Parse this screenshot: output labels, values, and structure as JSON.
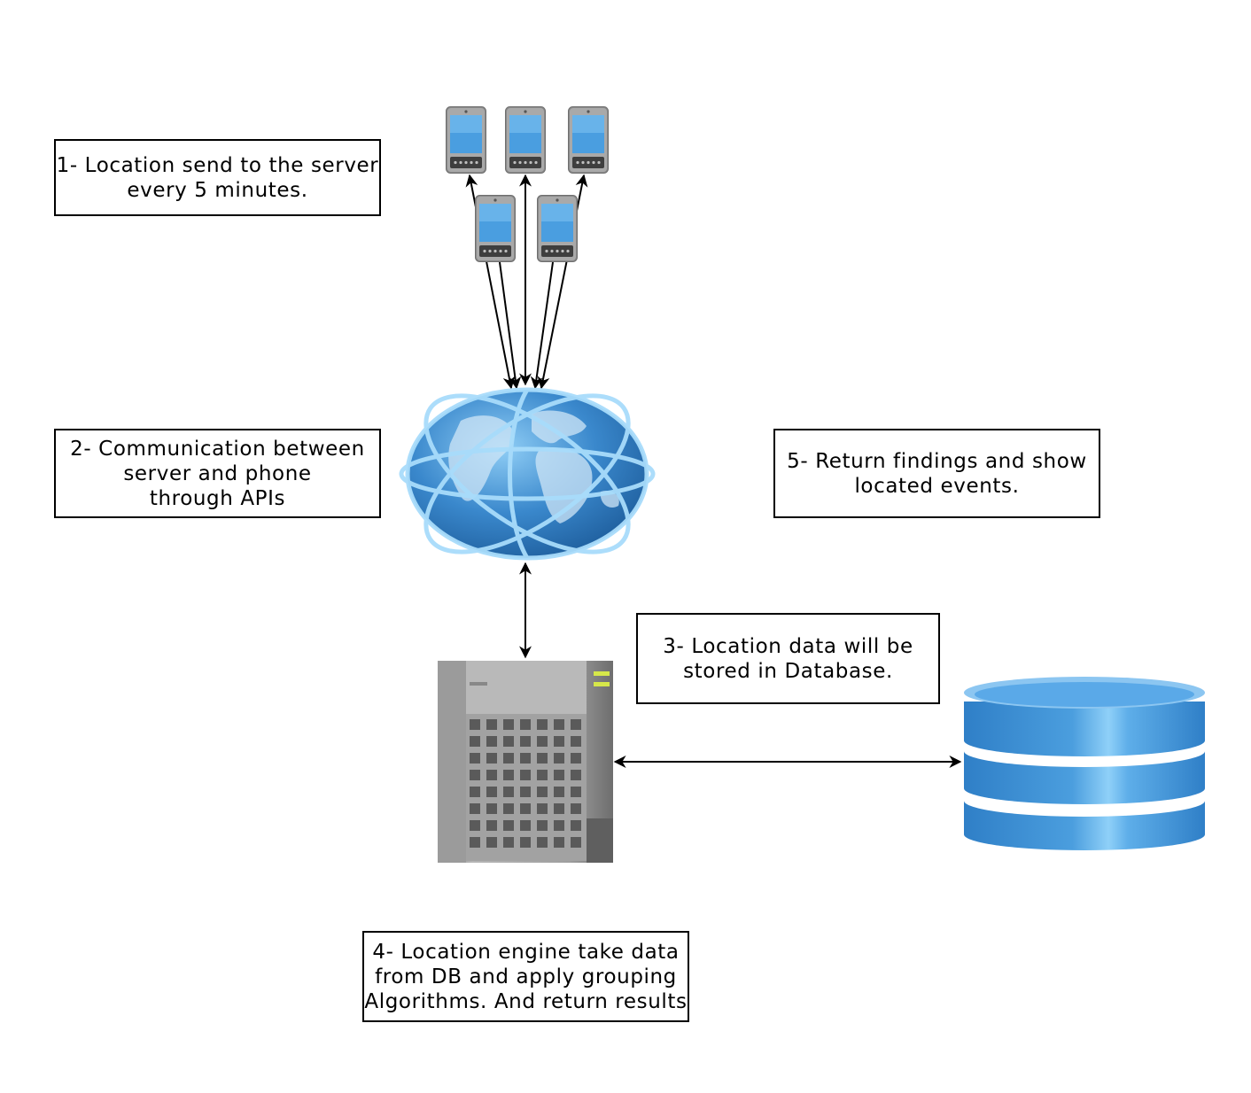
{
  "notes": {
    "step1": "1- Location send to the server\nevery 5 minutes.",
    "step2": "2- Communication between\nserver and phone\nthrough APIs",
    "step3": "3- Location data will be\nstored in Database.",
    "step4": "4- Location engine take data\nfrom DB and apply grouping\nAlgorithms. And return results",
    "step5": "5- Return findings and show\nlocated events."
  },
  "nodes": {
    "phones": [
      "phone-icon",
      "phone-icon",
      "phone-icon",
      "phone-icon",
      "phone-icon"
    ],
    "network": "globe-icon",
    "server": "server-icon",
    "database": "database-icon"
  },
  "colors": {
    "ink": "#000000",
    "screen": "#4a9ee0",
    "globe": "#3a88cc",
    "database": "#4b9ede",
    "server": "#8d8d8d",
    "server_led": "#d6e84a"
  }
}
